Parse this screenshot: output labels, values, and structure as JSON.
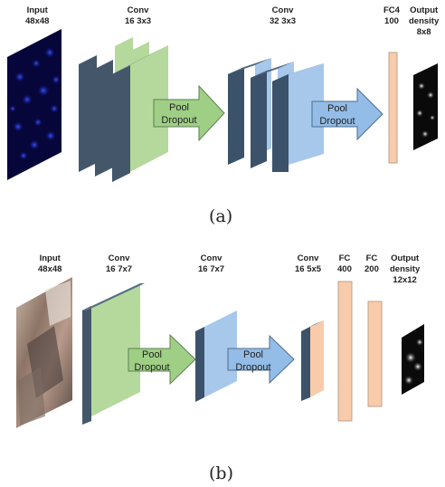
{
  "panel_a": {
    "caption": "(a)",
    "input_label": "Input",
    "input_size": "48x48",
    "conv1_label": "Conv",
    "conv1_spec": "16 3x3",
    "conv2_label": "Conv",
    "conv2_spec": "32 3x3",
    "fc_label": "FC4",
    "fc_size": "100",
    "output_label": "Output",
    "output_sub": "density",
    "output_size": "8x8",
    "pool1_line1": "Pool",
    "pool1_line2": "Dropout",
    "pool2_line1": "Pool",
    "pool2_line2": "Dropout"
  },
  "panel_b": {
    "caption": "(b)",
    "input_label": "Input",
    "input_size": "48x48",
    "conv1_label": "Conv",
    "conv1_spec": "16 7x7",
    "conv2_label": "Conv",
    "conv2_spec": "16 7x7",
    "conv3_label": "Conv",
    "conv3_spec": "16 5x5",
    "fc1_label": "FC",
    "fc1_size": "400",
    "fc2_label": "FC",
    "fc2_size": "200",
    "output_label": "Output",
    "output_sub": "density",
    "output_size": "12x12",
    "pool1_line1": "Pool",
    "pool1_line2": "Dropout",
    "pool2_line1": "Pool",
    "pool2_line2": "Dropout"
  },
  "colors": {
    "green_face": "#b5d99c",
    "green_side": "#44576a",
    "green_arrow": "#9fcf84",
    "blue_face": "#a7c7eb",
    "blue_side": "#3b526a",
    "blue_arrow": "#93bce6",
    "peach": "#f8cbab",
    "fc_border": "#c0a08a"
  }
}
